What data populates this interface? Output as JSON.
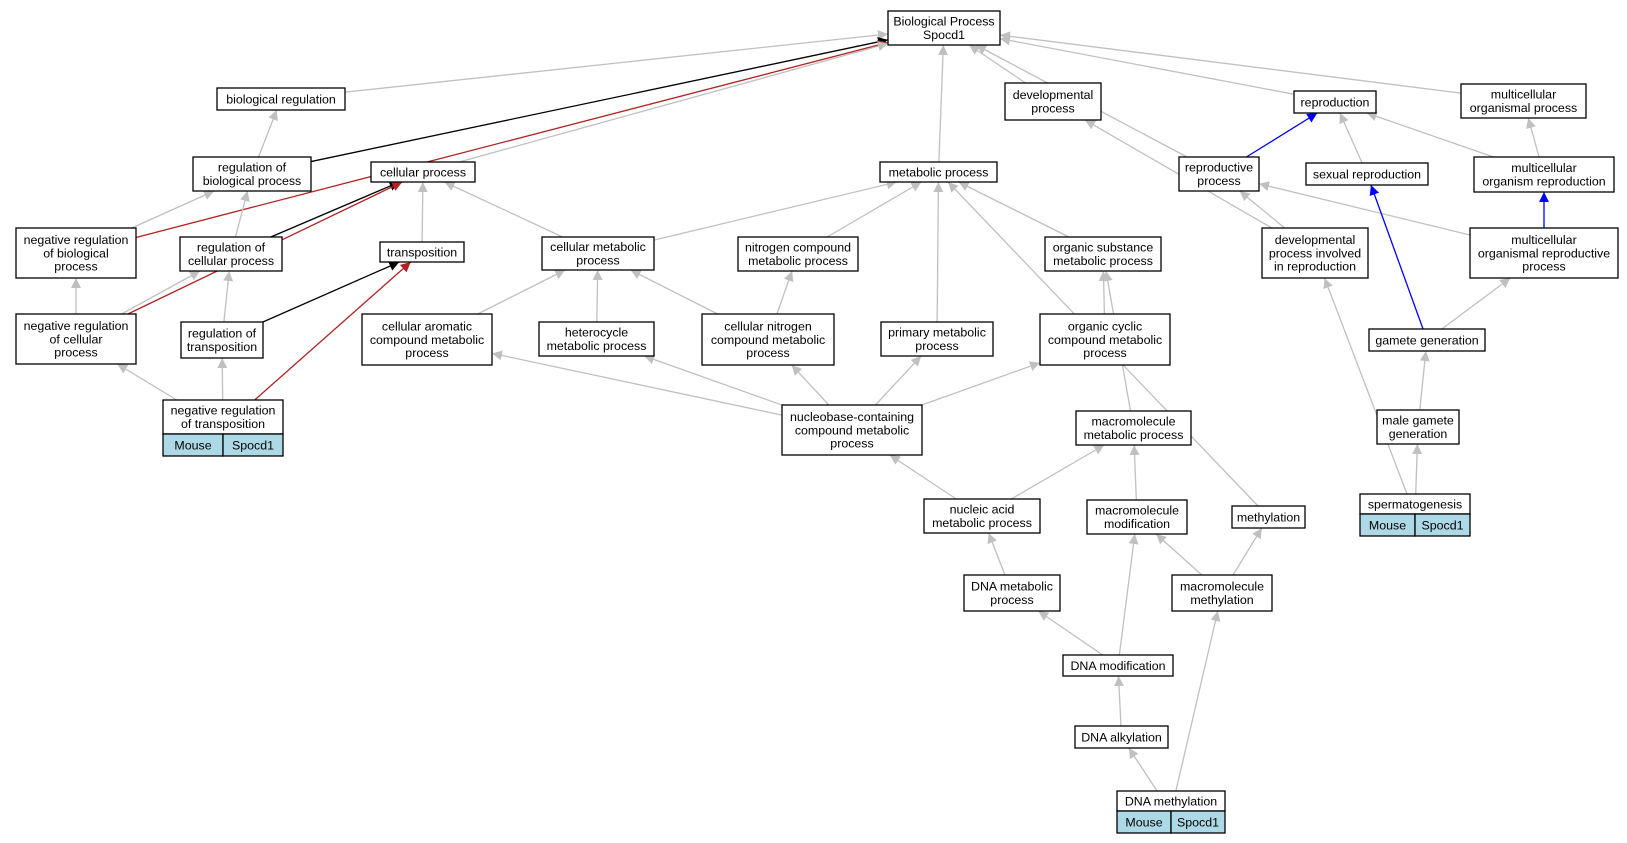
{
  "colors": {
    "edge_default": "#c0c0c0",
    "edge_black": "#000000",
    "edge_red": "#b22222",
    "edge_blue": "#0000ff",
    "species_fill": "#add8e6"
  },
  "nodes": {
    "bp": [
      "Biological Process",
      "Spocd1"
    ],
    "bioreg": [
      "biological regulation"
    ],
    "regbio": [
      "regulation of",
      "biological process"
    ],
    "negregbio": [
      "negative regulation",
      "of biological",
      "process"
    ],
    "regcell": [
      "regulation of",
      "cellular process"
    ],
    "negregcell": [
      "negative regulation",
      "of cellular",
      "process"
    ],
    "cellproc": [
      "cellular process"
    ],
    "transposition": [
      "transposition"
    ],
    "regtrans": [
      "regulation of",
      "transposition"
    ],
    "negregtrans": [
      "negative regulation",
      "of transposition"
    ],
    "devproc": [
      "developmental",
      "process"
    ],
    "metaproc": [
      "metabolic process"
    ],
    "cellmeta": [
      "cellular metabolic",
      "process"
    ],
    "nitrometa": [
      "nitrogen compound",
      "metabolic process"
    ],
    "orgsubmeta": [
      "organic substance",
      "metabolic process"
    ],
    "cellarom": [
      "cellular aromatic",
      "compound metabolic",
      "process"
    ],
    "hetero": [
      "heterocycle",
      "metabolic process"
    ],
    "cellnitro": [
      "cellular nitrogen",
      "compound metabolic",
      "process"
    ],
    "primmeta": [
      "primary metabolic",
      "process"
    ],
    "orgcyclic": [
      "organic cyclic",
      "compound metabolic",
      "process"
    ],
    "nucleo": [
      "nucleobase-containing",
      "compound metabolic",
      "process"
    ],
    "macrometa": [
      "macromolecule",
      "metabolic process"
    ],
    "nucacid": [
      "nucleic acid",
      "metabolic process"
    ],
    "macromod": [
      "macromolecule",
      "modification"
    ],
    "methylation": [
      "methylation"
    ],
    "dnameta": [
      "DNA metabolic",
      "process"
    ],
    "macromethyl": [
      "macromolecule",
      "methylation"
    ],
    "dnamod": [
      "DNA modification"
    ],
    "dnaalk": [
      "DNA alkylation"
    ],
    "dnamethyl": [
      "DNA methylation"
    ],
    "repro": [
      "reproduction"
    ],
    "multiorg": [
      "multicellular",
      "organismal process"
    ],
    "reprod": [
      "reproductive",
      "process"
    ],
    "sexrepro": [
      "sexual reproduction"
    ],
    "multirepro": [
      "multicellular",
      "organism reproduction"
    ],
    "devrepro": [
      "developmental",
      "process involved",
      "in reproduction"
    ],
    "multiorgrepro": [
      "multicellular",
      "organismal reproductive",
      "process"
    ],
    "gamete": [
      "gamete generation"
    ],
    "malegamete": [
      "male gamete",
      "generation"
    ],
    "spermato": [
      "spermatogenesis"
    ]
  },
  "annotations": {
    "negregtrans": [
      "Mouse",
      "Spocd1"
    ],
    "spermato": [
      "Mouse",
      "Spocd1"
    ],
    "dnamethyl": [
      "Mouse",
      "Spocd1"
    ]
  },
  "edges": [
    {
      "from": "bioreg",
      "to": "bp",
      "color": "default"
    },
    {
      "from": "regbio",
      "to": "bioreg",
      "color": "default"
    },
    {
      "from": "regbio",
      "to": "bp",
      "color": "black"
    },
    {
      "from": "negregbio",
      "to": "bp",
      "color": "red"
    },
    {
      "from": "negregbio",
      "to": "regbio",
      "color": "default"
    },
    {
      "from": "regcell",
      "to": "regbio",
      "color": "default"
    },
    {
      "from": "regcell",
      "to": "cellproc",
      "color": "black"
    },
    {
      "from": "negregcell",
      "to": "negregbio",
      "color": "default"
    },
    {
      "from": "negregcell",
      "to": "regcell",
      "color": "default"
    },
    {
      "from": "negregcell",
      "to": "cellproc",
      "color": "red"
    },
    {
      "from": "cellproc",
      "to": "bp",
      "color": "default"
    },
    {
      "from": "transposition",
      "to": "cellproc",
      "color": "default"
    },
    {
      "from": "regtrans",
      "to": "regcell",
      "color": "default"
    },
    {
      "from": "regtrans",
      "to": "transposition",
      "color": "black"
    },
    {
      "from": "negregtrans",
      "to": "negregcell",
      "color": "default"
    },
    {
      "from": "negregtrans",
      "to": "regtrans",
      "color": "default"
    },
    {
      "from": "negregtrans",
      "to": "transposition",
      "color": "red"
    },
    {
      "from": "devproc",
      "to": "bp",
      "color": "default"
    },
    {
      "from": "metaproc",
      "to": "bp",
      "color": "default"
    },
    {
      "from": "cellmeta",
      "to": "cellproc",
      "color": "default"
    },
    {
      "from": "cellmeta",
      "to": "metaproc",
      "color": "default"
    },
    {
      "from": "nitrometa",
      "to": "metaproc",
      "color": "default"
    },
    {
      "from": "orgsubmeta",
      "to": "metaproc",
      "color": "default"
    },
    {
      "from": "cellarom",
      "to": "cellmeta",
      "color": "default"
    },
    {
      "from": "hetero",
      "to": "cellmeta",
      "color": "default"
    },
    {
      "from": "cellnitro",
      "to": "cellmeta",
      "color": "default"
    },
    {
      "from": "cellnitro",
      "to": "nitrometa",
      "color": "default"
    },
    {
      "from": "primmeta",
      "to": "metaproc",
      "color": "default"
    },
    {
      "from": "orgcyclic",
      "to": "orgsubmeta",
      "color": "default"
    },
    {
      "from": "nucleo",
      "to": "cellarom",
      "color": "default"
    },
    {
      "from": "nucleo",
      "to": "hetero",
      "color": "default"
    },
    {
      "from": "nucleo",
      "to": "cellnitro",
      "color": "default"
    },
    {
      "from": "nucleo",
      "to": "primmeta",
      "color": "default"
    },
    {
      "from": "nucleo",
      "to": "orgcyclic",
      "color": "default"
    },
    {
      "from": "macrometa",
      "to": "orgsubmeta",
      "color": "default"
    },
    {
      "from": "nucacid",
      "to": "nucleo",
      "color": "default"
    },
    {
      "from": "nucacid",
      "to": "macrometa",
      "color": "default"
    },
    {
      "from": "macromod",
      "to": "macrometa",
      "color": "default"
    },
    {
      "from": "methylation",
      "to": "metaproc",
      "color": "default"
    },
    {
      "from": "dnameta",
      "to": "nucacid",
      "color": "default"
    },
    {
      "from": "macromethyl",
      "to": "macromod",
      "color": "default"
    },
    {
      "from": "macromethyl",
      "to": "methylation",
      "color": "default"
    },
    {
      "from": "dnamod",
      "to": "dnameta",
      "color": "default"
    },
    {
      "from": "dnamod",
      "to": "macromod",
      "color": "default"
    },
    {
      "from": "dnaalk",
      "to": "dnamod",
      "color": "default"
    },
    {
      "from": "dnamethyl",
      "to": "dnaalk",
      "color": "default"
    },
    {
      "from": "dnamethyl",
      "to": "macromethyl",
      "color": "default"
    },
    {
      "from": "repro",
      "to": "bp",
      "color": "default"
    },
    {
      "from": "multiorg",
      "to": "bp",
      "color": "default"
    },
    {
      "from": "reprod",
      "to": "bp",
      "color": "default"
    },
    {
      "from": "reprod",
      "to": "repro",
      "color": "blue"
    },
    {
      "from": "sexrepro",
      "to": "repro",
      "color": "default"
    },
    {
      "from": "multirepro",
      "to": "repro",
      "color": "default"
    },
    {
      "from": "multirepro",
      "to": "multiorg",
      "color": "default"
    },
    {
      "from": "devrepro",
      "to": "reprod",
      "color": "default"
    },
    {
      "from": "devrepro",
      "to": "devproc",
      "color": "default"
    },
    {
      "from": "multiorgrepro",
      "to": "reprod",
      "color": "default"
    },
    {
      "from": "multiorgrepro",
      "to": "multirepro",
      "color": "blue"
    },
    {
      "from": "gamete",
      "to": "sexrepro",
      "color": "blue"
    },
    {
      "from": "gamete",
      "to": "multiorgrepro",
      "color": "default"
    },
    {
      "from": "malegamete",
      "to": "gamete",
      "color": "default"
    },
    {
      "from": "spermato",
      "to": "malegamete",
      "color": "default"
    },
    {
      "from": "spermato",
      "to": "devrepro",
      "color": "default"
    }
  ]
}
